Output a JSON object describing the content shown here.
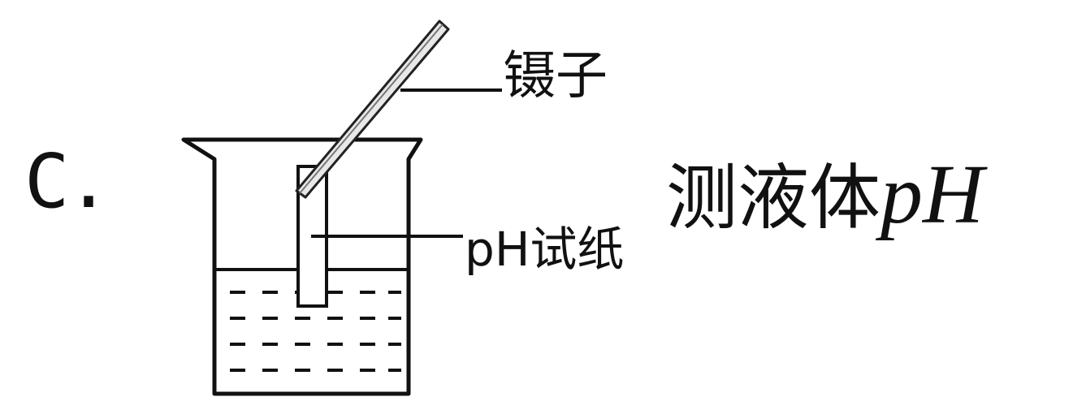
{
  "option": {
    "letter": "C."
  },
  "caption": {
    "text": "测液体",
    "math": "pH"
  },
  "diagram": {
    "labels": {
      "tweezers": "镊子",
      "ph_paper": "pH试纸"
    }
  }
}
